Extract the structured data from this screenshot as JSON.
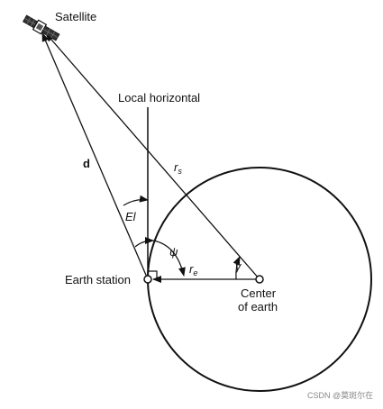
{
  "labels": {
    "satellite": "Satellite",
    "local_horizontal": "Local horizontal",
    "d": "d",
    "rs": "r",
    "rs_sub": "s",
    "el": "El",
    "psi": "ψ",
    "re": "r",
    "re_sub": "e",
    "gamma": "γ",
    "earth_station": "Earth station",
    "center_line1": "Center",
    "center_line2": "of earth"
  },
  "watermark": "CSDN @莫斑尔在",
  "colors": {
    "stroke": "#111111",
    "background": "#ffffff"
  }
}
